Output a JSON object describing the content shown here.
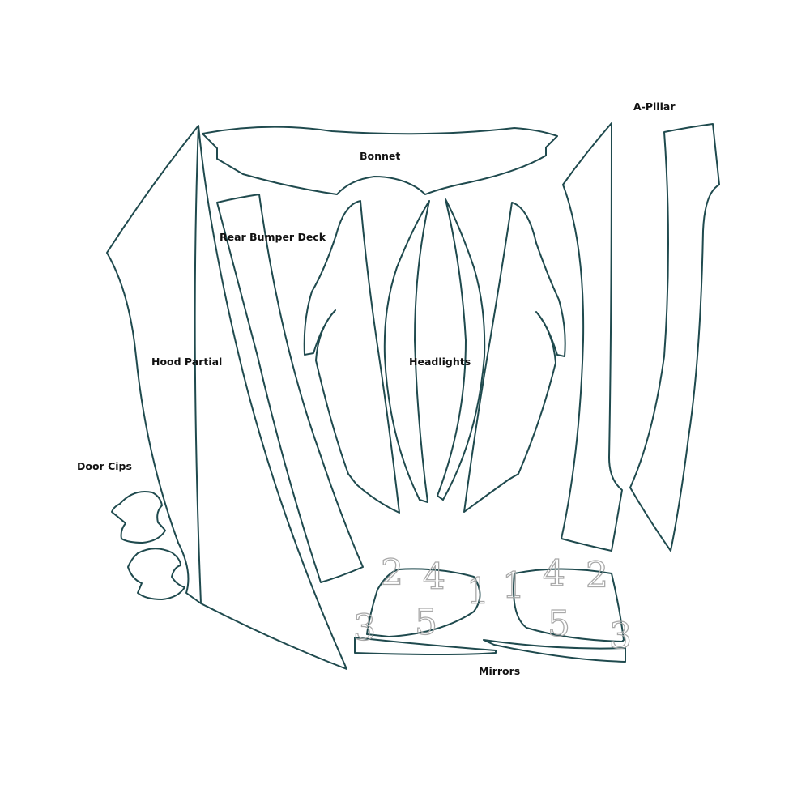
{
  "labels": {
    "bonnet": "Bonnet",
    "a_pillar": "A-Pillar",
    "rear_bumper_deck": "Rear Bumper Deck",
    "hood_partial": "Hood Partial",
    "headlights": "Headlights",
    "door_cips": "Door Cips",
    "mirrors": "Mirrors"
  },
  "mirror_numbers": {
    "left": [
      "2",
      "4",
      "1",
      "3",
      "5"
    ],
    "right": [
      "1",
      "4",
      "2",
      "5",
      "3"
    ]
  },
  "colors": {
    "outline": "#1f4a4e",
    "numbers": "#a9a9a9"
  }
}
